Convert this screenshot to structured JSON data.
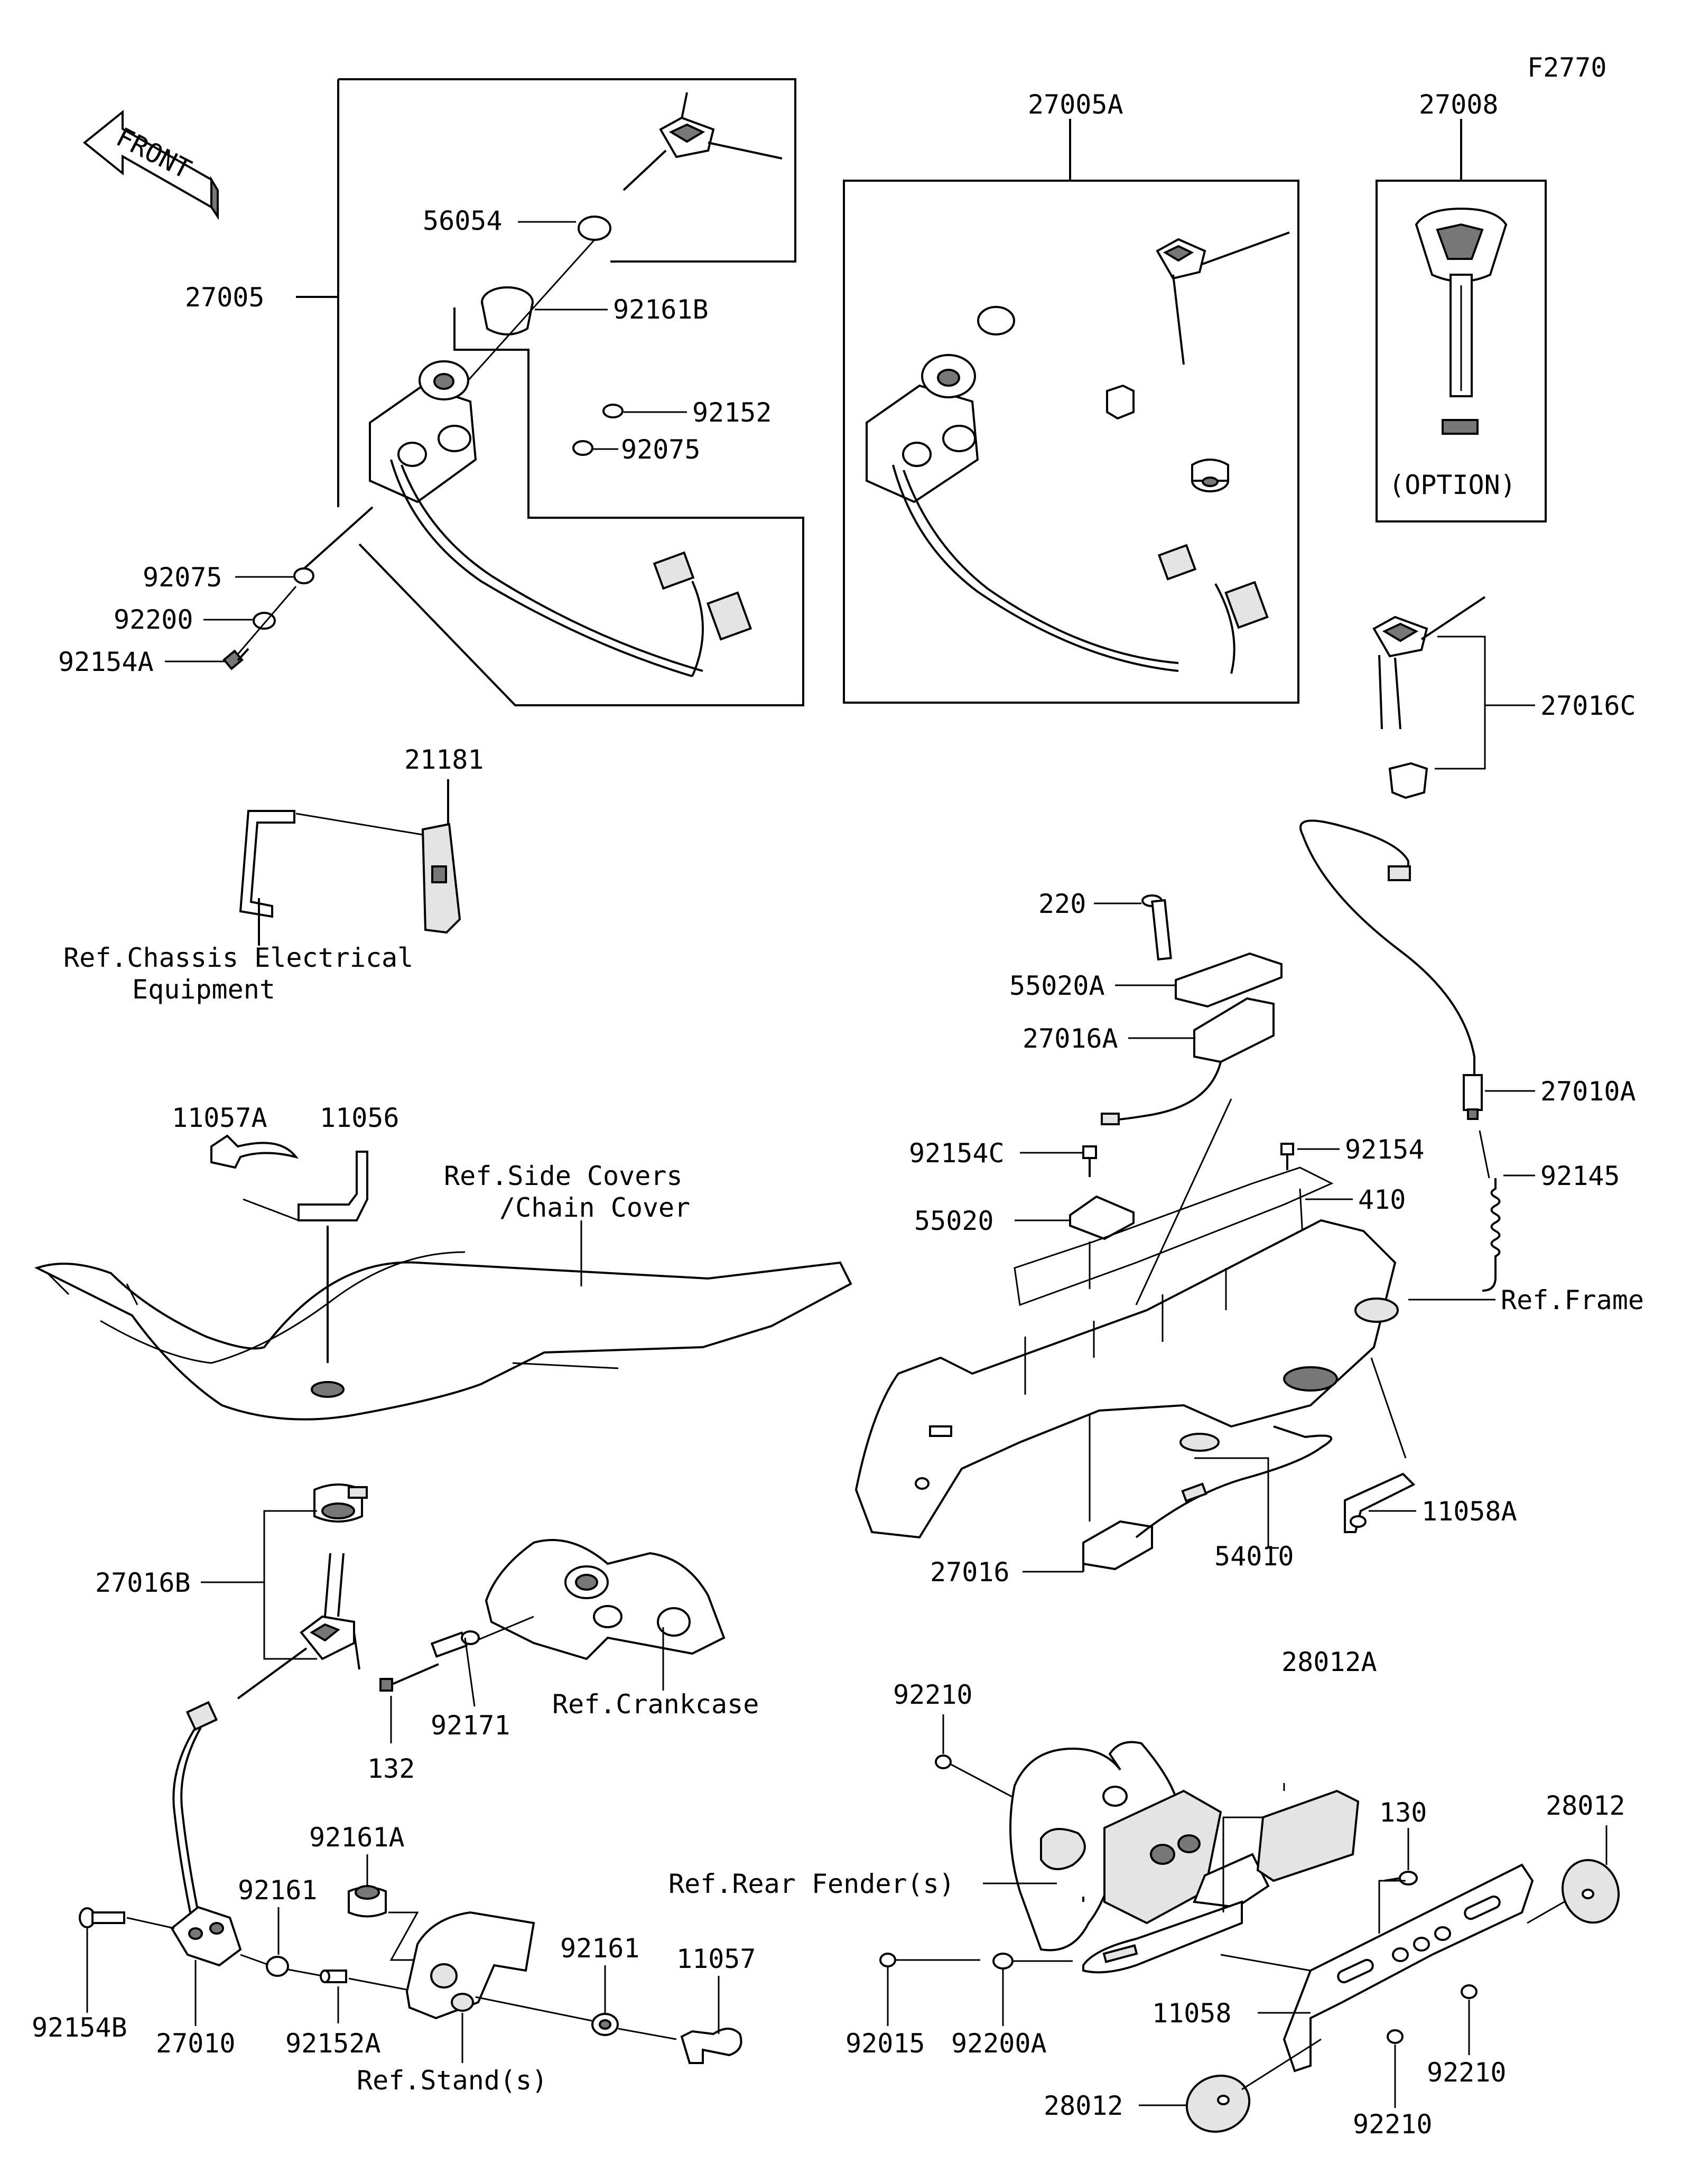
{
  "diagram_code": "F2770",
  "front_arrow_label": "FRONT",
  "option_note": "(OPTION)",
  "callouts": [
    {
      "id": "c-27005",
      "label": "27005"
    },
    {
      "id": "c-56054",
      "label": "56054"
    },
    {
      "id": "c-92161b",
      "label": "92161B"
    },
    {
      "id": "c-92152-top",
      "label": "92152"
    },
    {
      "id": "c-92075-top",
      "label": "92075"
    },
    {
      "id": "c-92075-left",
      "label": "92075"
    },
    {
      "id": "c-92200",
      "label": "92200"
    },
    {
      "id": "c-92154a",
      "label": "92154A"
    },
    {
      "id": "c-27005a",
      "label": "27005A"
    },
    {
      "id": "c-27008",
      "label": "27008"
    },
    {
      "id": "c-27016c",
      "label": "27016C"
    },
    {
      "id": "c-21181",
      "label": "21181"
    },
    {
      "id": "c-ref-chassis-1",
      "label": "Ref.Chassis Electrical"
    },
    {
      "id": "c-ref-chassis-2",
      "label": "Equipment"
    },
    {
      "id": "c-220",
      "label": "220"
    },
    {
      "id": "c-55020a",
      "label": "55020A"
    },
    {
      "id": "c-27016a",
      "label": "27016A"
    },
    {
      "id": "c-27010a",
      "label": "27010A"
    },
    {
      "id": "c-92154c",
      "label": "92154C"
    },
    {
      "id": "c-92154",
      "label": "92154"
    },
    {
      "id": "c-92145",
      "label": "92145"
    },
    {
      "id": "c-410",
      "label": "410"
    },
    {
      "id": "c-55020",
      "label": "55020"
    },
    {
      "id": "c-ref-frame",
      "label": "Ref.Frame"
    },
    {
      "id": "c-11057a",
      "label": "11057A"
    },
    {
      "id": "c-11056",
      "label": "11056"
    },
    {
      "id": "c-ref-side-1",
      "label": "Ref.Side Covers"
    },
    {
      "id": "c-ref-side-2",
      "label": "/Chain Cover"
    },
    {
      "id": "c-11058a",
      "label": "11058A"
    },
    {
      "id": "c-54010",
      "label": "54010"
    },
    {
      "id": "c-27016",
      "label": "27016"
    },
    {
      "id": "c-27016b",
      "label": "27016B"
    },
    {
      "id": "c-92171",
      "label": "92171"
    },
    {
      "id": "c-ref-crankcase",
      "label": "Ref.Crankcase"
    },
    {
      "id": "c-132",
      "label": "132"
    },
    {
      "id": "c-92210-a",
      "label": "92210"
    },
    {
      "id": "c-28012a",
      "label": "28012A"
    },
    {
      "id": "c-28012-r",
      "label": "28012"
    },
    {
      "id": "c-130",
      "label": "130"
    },
    {
      "id": "c-ref-rear-fender",
      "label": "Ref.Rear Fender(s)"
    },
    {
      "id": "c-92161a",
      "label": "92161A"
    },
    {
      "id": "c-92161-l",
      "label": "92161"
    },
    {
      "id": "c-92154b",
      "label": "92154B"
    },
    {
      "id": "c-27010",
      "label": "27010"
    },
    {
      "id": "c-92152a",
      "label": "92152A"
    },
    {
      "id": "c-92161-r",
      "label": "92161"
    },
    {
      "id": "c-11057",
      "label": "11057"
    },
    {
      "id": "c-ref-stand",
      "label": "Ref.Stand(s)"
    },
    {
      "id": "c-92015",
      "label": "92015"
    },
    {
      "id": "c-92200a",
      "label": "92200A"
    },
    {
      "id": "c-11058",
      "label": "11058"
    },
    {
      "id": "c-28012-b",
      "label": "28012"
    },
    {
      "id": "c-92210-b",
      "label": "92210"
    },
    {
      "id": "c-92210-c",
      "label": "92210"
    }
  ]
}
